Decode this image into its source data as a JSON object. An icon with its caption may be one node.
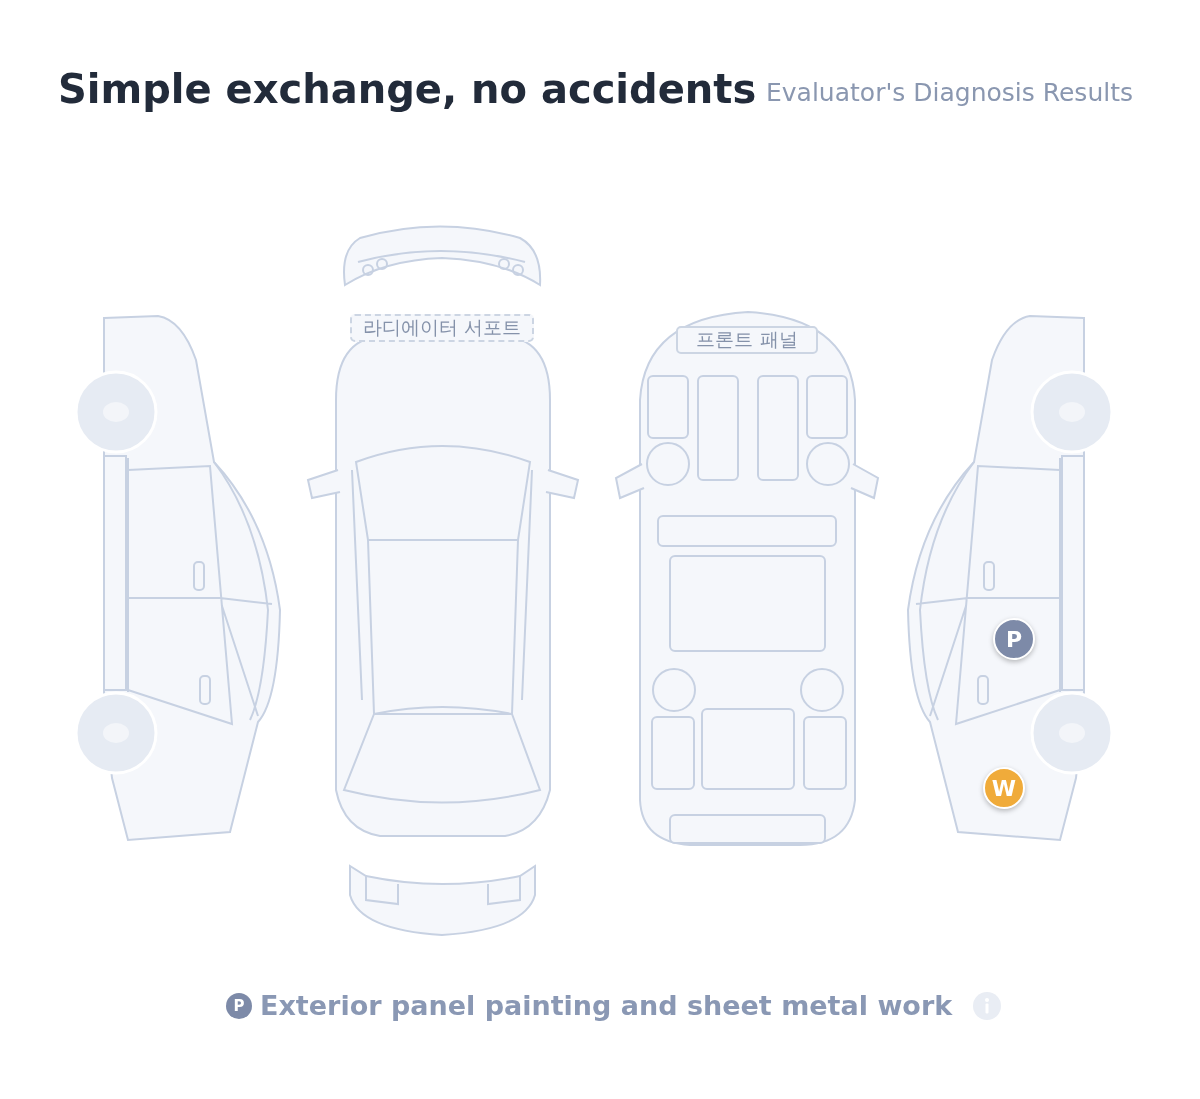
{
  "diagram": {
    "title": "Simple exchange, no accidents",
    "nodes": [
      {
        "text": [
          "라디에이터 서포트"
        ]
      },
      {
        "text": [
          "프론트 패널"
        ]
      },
      {
        "text": [
          "P"
        ]
      },
      {
        "text": [
          "W"
        ]
      }
    ],
    "labels": [
      "Evaluator's Diagnosis Results",
      "P"
    ],
    "legend": [
      {
        "text": "Exterior panel painting and sheet metal work",
        "color": "#7d8aa8"
      }
    ]
  }
}
